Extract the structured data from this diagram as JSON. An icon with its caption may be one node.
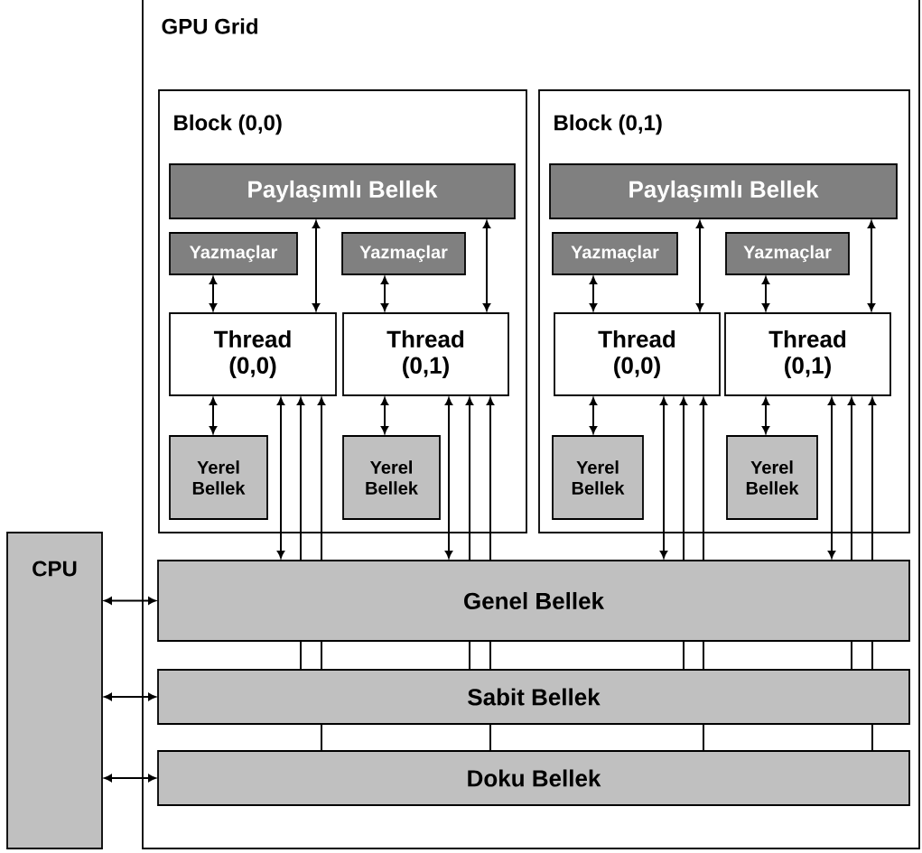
{
  "diagram": {
    "nodes": [
      {
        "text": [
          "GPU Grid"
        ]
      },
      {
        "text": [
          "Block (0,0)"
        ],
        "in": 0
      },
      {
        "text": [
          "Paylaşımlı Bellek"
        ],
        "in": 1
      },
      {
        "text": [
          "Yazmaçlar"
        ],
        "in": 1
      },
      {
        "text": [
          "Yazmaçlar"
        ],
        "in": 1
      },
      {
        "text": [
          "Thread (0,0)"
        ],
        "in": 1
      },
      {
        "text": [
          "Thread (0,1)"
        ],
        "in": 1
      },
      {
        "text": [
          "Yerel Bellek"
        ],
        "in": 1
      },
      {
        "text": [
          "Yerel Bellek"
        ],
        "in": 1
      },
      {
        "text": [
          "Block (0,1)"
        ],
        "in": 0
      },
      {
        "text": [
          "Paylaşımlı Bellek"
        ],
        "in": 9
      },
      {
        "text": [
          "Yazmaçlar"
        ],
        "in": 9
      },
      {
        "text": [
          "Yazmaçlar"
        ],
        "in": 9
      },
      {
        "text": [
          "Thread (0,0)"
        ],
        "in": 9
      },
      {
        "text": [
          "Thread (0,1)"
        ],
        "in": 9
      },
      {
        "text": [
          "Yerel Bellek"
        ],
        "in": 9
      },
      {
        "text": [
          "Yerel Bellek"
        ],
        "in": 9
      },
      {
        "text": [
          "Genel Bellek"
        ],
        "in": 0
      },
      {
        "text": [
          "Sabit Bellek"
        ],
        "in": 0
      },
      {
        "text": [
          "Doku Bellek"
        ],
        "in": 0
      },
      {
        "text": [
          "CPU"
        ]
      }
    ],
    "edges": [
      {
        "from": 3,
        "to": 5,
        "arrow": "both"
      },
      {
        "from": 2,
        "to": 5,
        "arrow": "both"
      },
      {
        "from": 5,
        "to": 7,
        "arrow": "both"
      },
      {
        "from": 5,
        "to": 17,
        "arrow": "both"
      },
      {
        "from": 17,
        "to": 5,
        "arrow": "to"
      },
      {
        "from": 17,
        "to": 5,
        "arrow": "to"
      },
      {
        "from": 18,
        "to": 17,
        "arrow": "none"
      },
      {
        "from": 18,
        "to": 17,
        "arrow": "none"
      },
      {
        "from": 19,
        "to": 18,
        "arrow": "none"
      },
      {
        "from": 4,
        "to": 6,
        "arrow": "both"
      },
      {
        "from": 2,
        "to": 6,
        "arrow": "both"
      },
      {
        "from": 6,
        "to": 8,
        "arrow": "both"
      },
      {
        "from": 6,
        "to": 17,
        "arrow": "both"
      },
      {
        "from": 17,
        "to": 6,
        "arrow": "to"
      },
      {
        "from": 17,
        "to": 6,
        "arrow": "to"
      },
      {
        "from": 18,
        "to": 17,
        "arrow": "none"
      },
      {
        "from": 18,
        "to": 17,
        "arrow": "none"
      },
      {
        "from": 19,
        "to": 18,
        "arrow": "none"
      },
      {
        "from": 11,
        "to": 13,
        "arrow": "both"
      },
      {
        "from": 10,
        "to": 13,
        "arrow": "both"
      },
      {
        "from": 13,
        "to": 15,
        "arrow": "both"
      },
      {
        "from": 13,
        "to": 17,
        "arrow": "both"
      },
      {
        "from": 17,
        "to": 13,
        "arrow": "to"
      },
      {
        "from": 17,
        "to": 13,
        "arrow": "to"
      },
      {
        "from": 18,
        "to": 17,
        "arrow": "none"
      },
      {
        "from": 18,
        "to": 17,
        "arrow": "none"
      },
      {
        "from": 19,
        "to": 18,
        "arrow": "none"
      },
      {
        "from": 12,
        "to": 14,
        "arrow": "both"
      },
      {
        "from": 10,
        "to": 14,
        "arrow": "both"
      },
      {
        "from": 14,
        "to": 16,
        "arrow": "both"
      },
      {
        "from": 14,
        "to": 17,
        "arrow": "both"
      },
      {
        "from": 17,
        "to": 14,
        "arrow": "to"
      },
      {
        "from": 17,
        "to": 14,
        "arrow": "to"
      },
      {
        "from": 18,
        "to": 17,
        "arrow": "none"
      },
      {
        "from": 18,
        "to": 17,
        "arrow": "none"
      },
      {
        "from": 19,
        "to": 18,
        "arrow": "none"
      },
      {
        "from": 20,
        "to": 17,
        "arrow": "both"
      },
      {
        "from": 20,
        "to": 18,
        "arrow": "both"
      },
      {
        "from": 20,
        "to": 19,
        "arrow": "both"
      }
    ]
  }
}
